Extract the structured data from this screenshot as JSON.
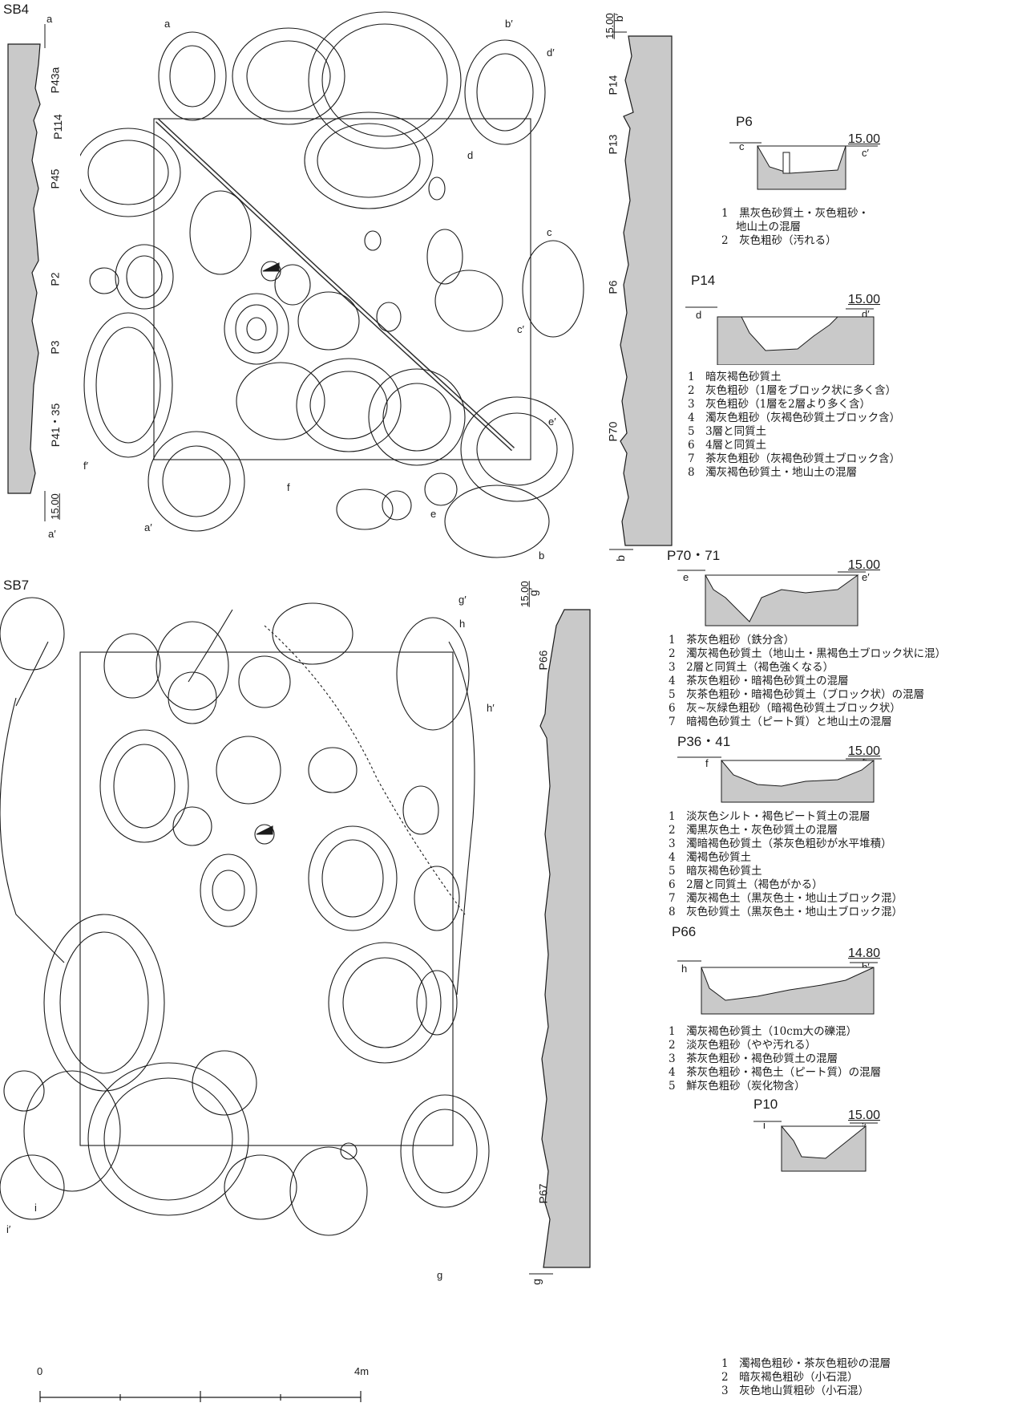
{
  "plans": {
    "sb4": {
      "title": "SB4",
      "section_points": [
        "a",
        "b",
        "c",
        "d",
        "e",
        "f",
        "a′",
        "b′",
        "c′",
        "d′",
        "e′",
        "f′"
      ],
      "left_section": {
        "top_label": "a",
        "bottom_label": "a′",
        "elevation": "15.00",
        "pits": [
          "P43a",
          "P114",
          "P45",
          "P2",
          "P3",
          "P41・35"
        ]
      },
      "right_section": {
        "top_label": "b′",
        "bottom_label": "b",
        "elevation": "15.00",
        "pits": [
          "P14",
          "P13",
          "P6",
          "P70"
        ]
      }
    },
    "sb7": {
      "title": "SB7",
      "section_points": [
        "g",
        "h",
        "i",
        "g′",
        "h′",
        "i′"
      ],
      "right_section": {
        "top_label": "g′",
        "bottom_label": "g",
        "elevation": "15.00",
        "pits": [
          "P66",
          "P67"
        ]
      }
    }
  },
  "scale_bar": {
    "start": "0",
    "end": "4m"
  },
  "sections": [
    {
      "title": "P6",
      "left": "c",
      "right": "c′",
      "elevation": "15.00",
      "legend": [
        "1　黒灰色砂質土・灰色粗砂・",
        "地山土の混層",
        "2　灰色粗砂（汚れる）"
      ]
    },
    {
      "title": "P14",
      "left": "d",
      "right": "d′",
      "elevation": "15.00",
      "legend": [
        "1　暗灰褐色砂質土",
        "2　灰色粗砂（1層をブロック状に多く含）",
        "3　灰色粗砂（1層を2層より多く含）",
        "4　濁灰色粗砂（灰褐色砂質土ブロック含）",
        "5　3層と同質土",
        "6　4層と同質土",
        "7　茶灰色粗砂（灰褐色砂質土ブロック含）",
        "8　濁灰褐色砂質土・地山土の混層"
      ]
    },
    {
      "title": "P70・71",
      "left": "e",
      "right": "e′",
      "elevation": "15.00",
      "legend": [
        "1　茶灰色粗砂（鉄分含）",
        "2　濁灰褐色砂質土（地山土・黒褐色土ブロック状に混）",
        "3　2層と同質土（褐色強くなる）",
        "4　茶灰色粗砂・暗褐色砂質土の混層",
        "5　灰茶色粗砂・暗褐色砂質土（ブロック状）の混層",
        "6　灰~灰緑色粗砂（暗褐色砂質土ブロック状）",
        "7　暗褐色砂質土（ピート質）と地山土の混層"
      ]
    },
    {
      "title": "P36・41",
      "left": "f",
      "right": "f′",
      "elevation": "15.00",
      "legend": [
        "1　淡灰色シルト・褐色ピート質土の混層",
        "2　濁黒灰色土・灰色砂質土の混層",
        "3　濁暗褐色砂質土（茶灰色粗砂が水平堆積）",
        "4　濁褐色砂質土",
        "5　暗灰褐色砂質土",
        "6　2層と同質土（褐色がかる）",
        "7　濁灰褐色土（黒灰色土・地山土ブロック混）",
        "8　灰色砂質土（黒灰色土・地山土ブロック混）"
      ]
    },
    {
      "title": "P66",
      "left": "h",
      "right": "h′",
      "elevation": "14.80",
      "legend": [
        "1　濁灰褐色砂質土（10cm大の礫混）",
        "2　淡灰色粗砂（やや汚れる）",
        "3　茶灰色粗砂・褐色砂質土の混層",
        "4　茶灰色粗砂・褐色土（ピート質）の混層",
        "5　鮮灰色粗砂（炭化物含）"
      ]
    },
    {
      "title": "P10",
      "left": "i",
      "right": "i′",
      "elevation": "15.00",
      "legend": [
        "1　濁褐色粗砂・茶灰色粗砂の混層",
        "2　暗灰褐色粗砂（小石混）",
        "3　灰色地山質粗砂（小石混）"
      ]
    }
  ],
  "colors": {
    "section_fill": "#c9c9c9",
    "line": "#1a1a1a",
    "paper": "#ffffff"
  }
}
